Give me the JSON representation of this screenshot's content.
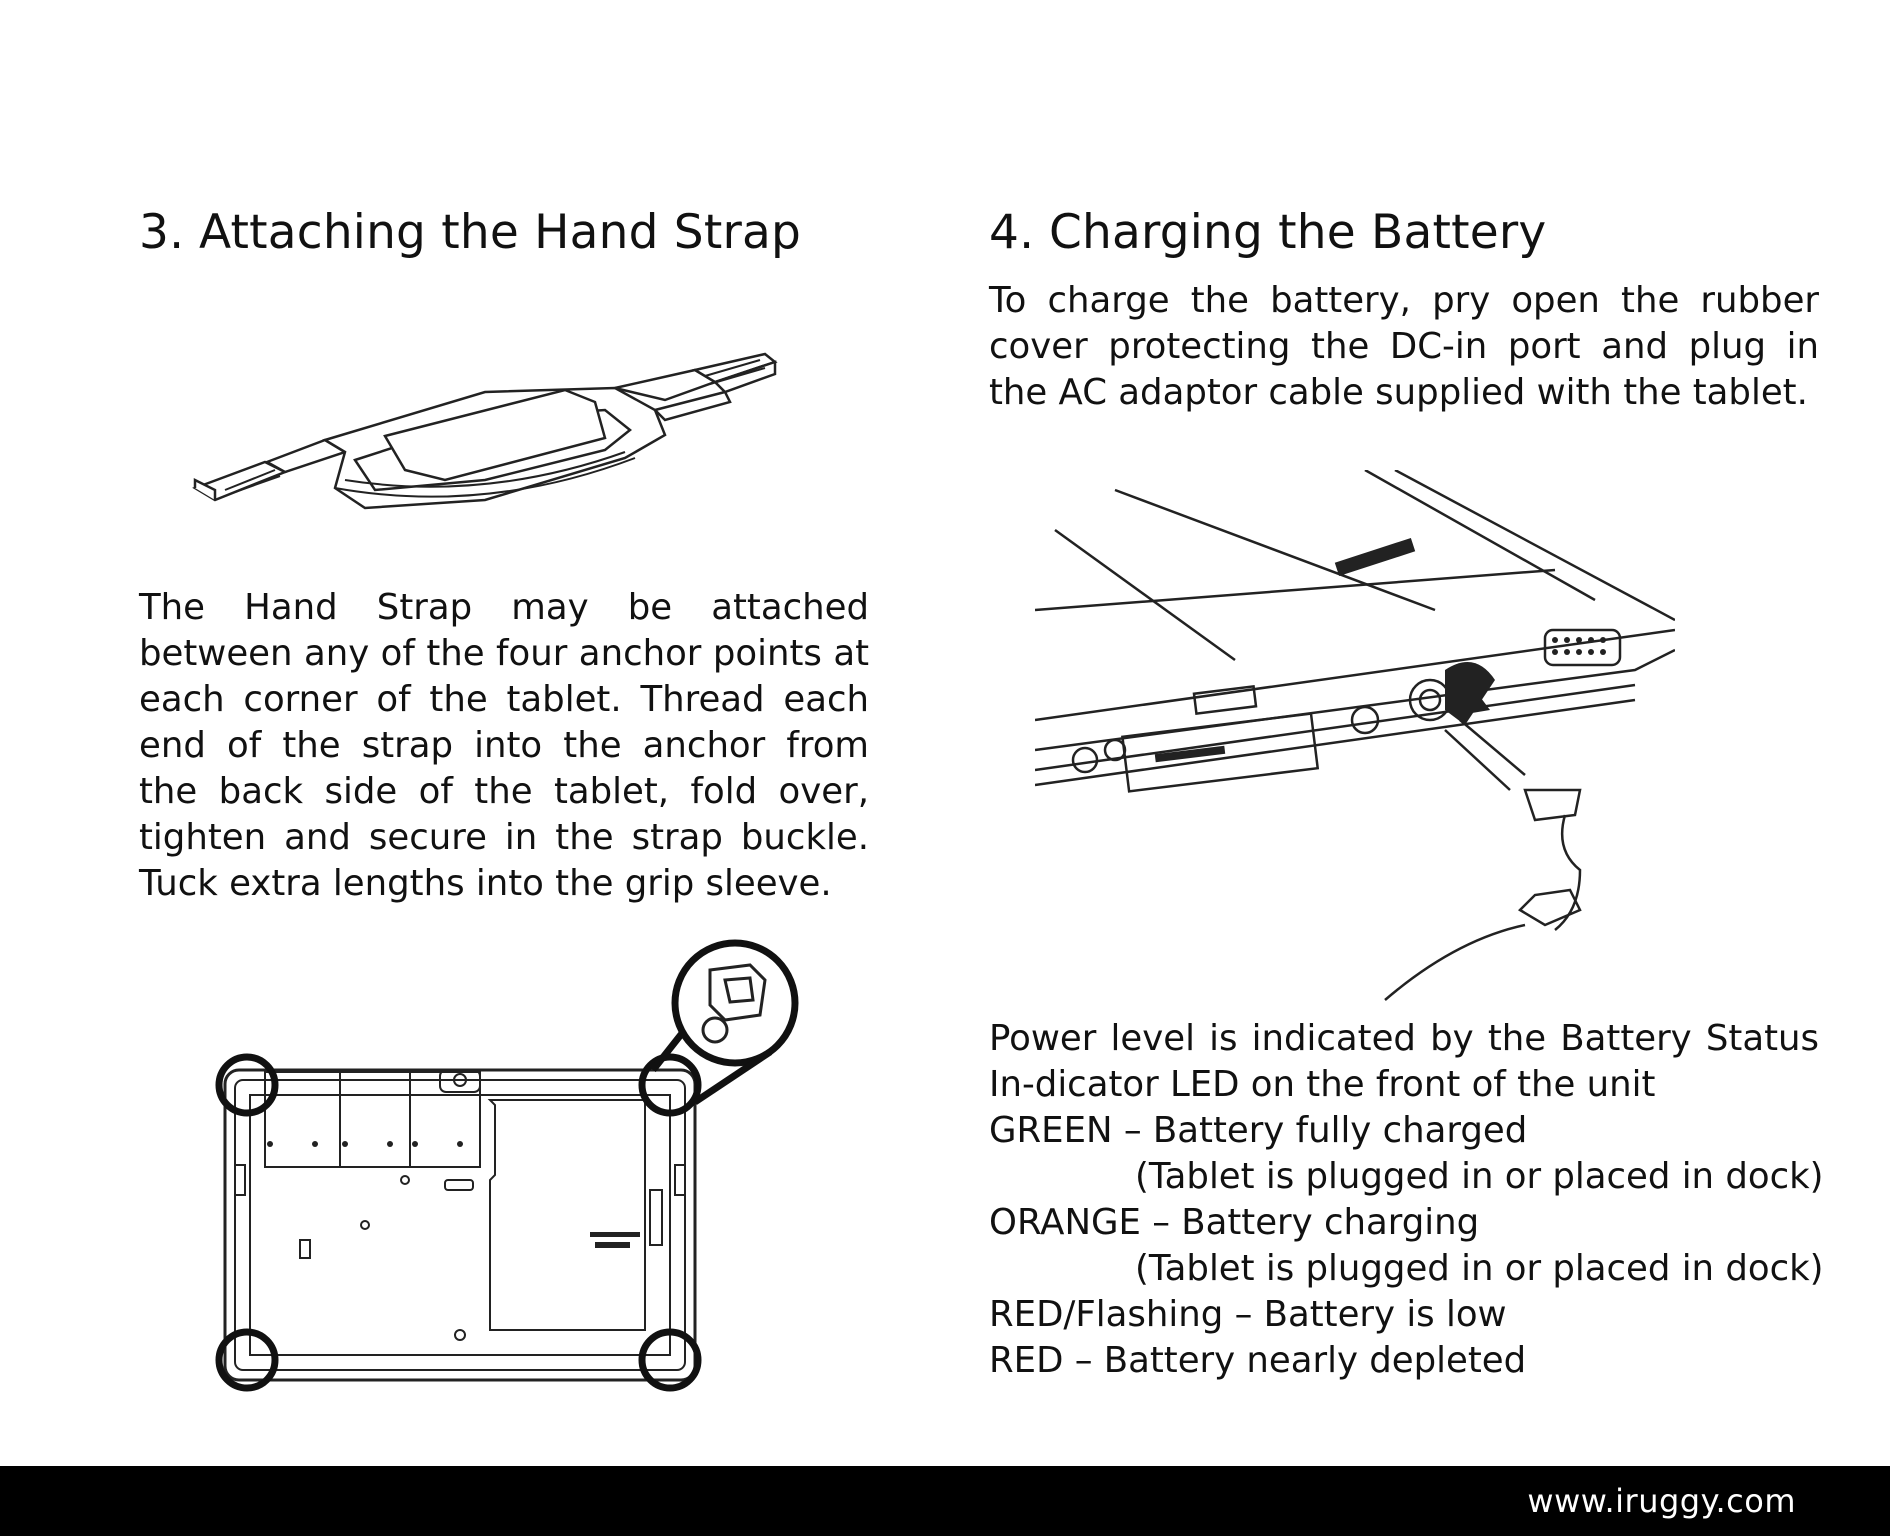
{
  "section3": {
    "number": "3.",
    "title": "Attaching the Hand Strap",
    "body": "The Hand Strap may be attached between any of the four anchor points at each corner of the tablet.  Thread each end of the strap into the anchor from the back side of the tablet, fold over, tighten and secure in the strap buckle.  Tuck extra lengths into the grip sleeve."
  },
  "section4": {
    "number": "4.",
    "title": "Charging the Battery",
    "body": "To charge the battery, pry open the rubber cover protecting the DC-in port and plug in the AC adaptor cable supplied with the tablet.",
    "status_intro": "Power level is indicated by the Battery Status In-dicator LED on the front of the unit",
    "status_items": [
      {
        "text": "GREEN – Battery fully charged",
        "sub": "(Tablet is plugged in or placed in dock)"
      },
      {
        "text": "ORANGE – Battery charging",
        "sub": "(Tablet is plugged in or placed in dock)"
      },
      {
        "text": "RED/Flashing – Battery is low",
        "sub": ""
      },
      {
        "text": "RED – Battery nearly depleted",
        "sub": ""
      }
    ]
  },
  "footer": {
    "url": "www.iruggy.com"
  },
  "colors": {
    "ink": "#111111",
    "footer_bg": "#000000",
    "footer_text": "#ffffff"
  }
}
